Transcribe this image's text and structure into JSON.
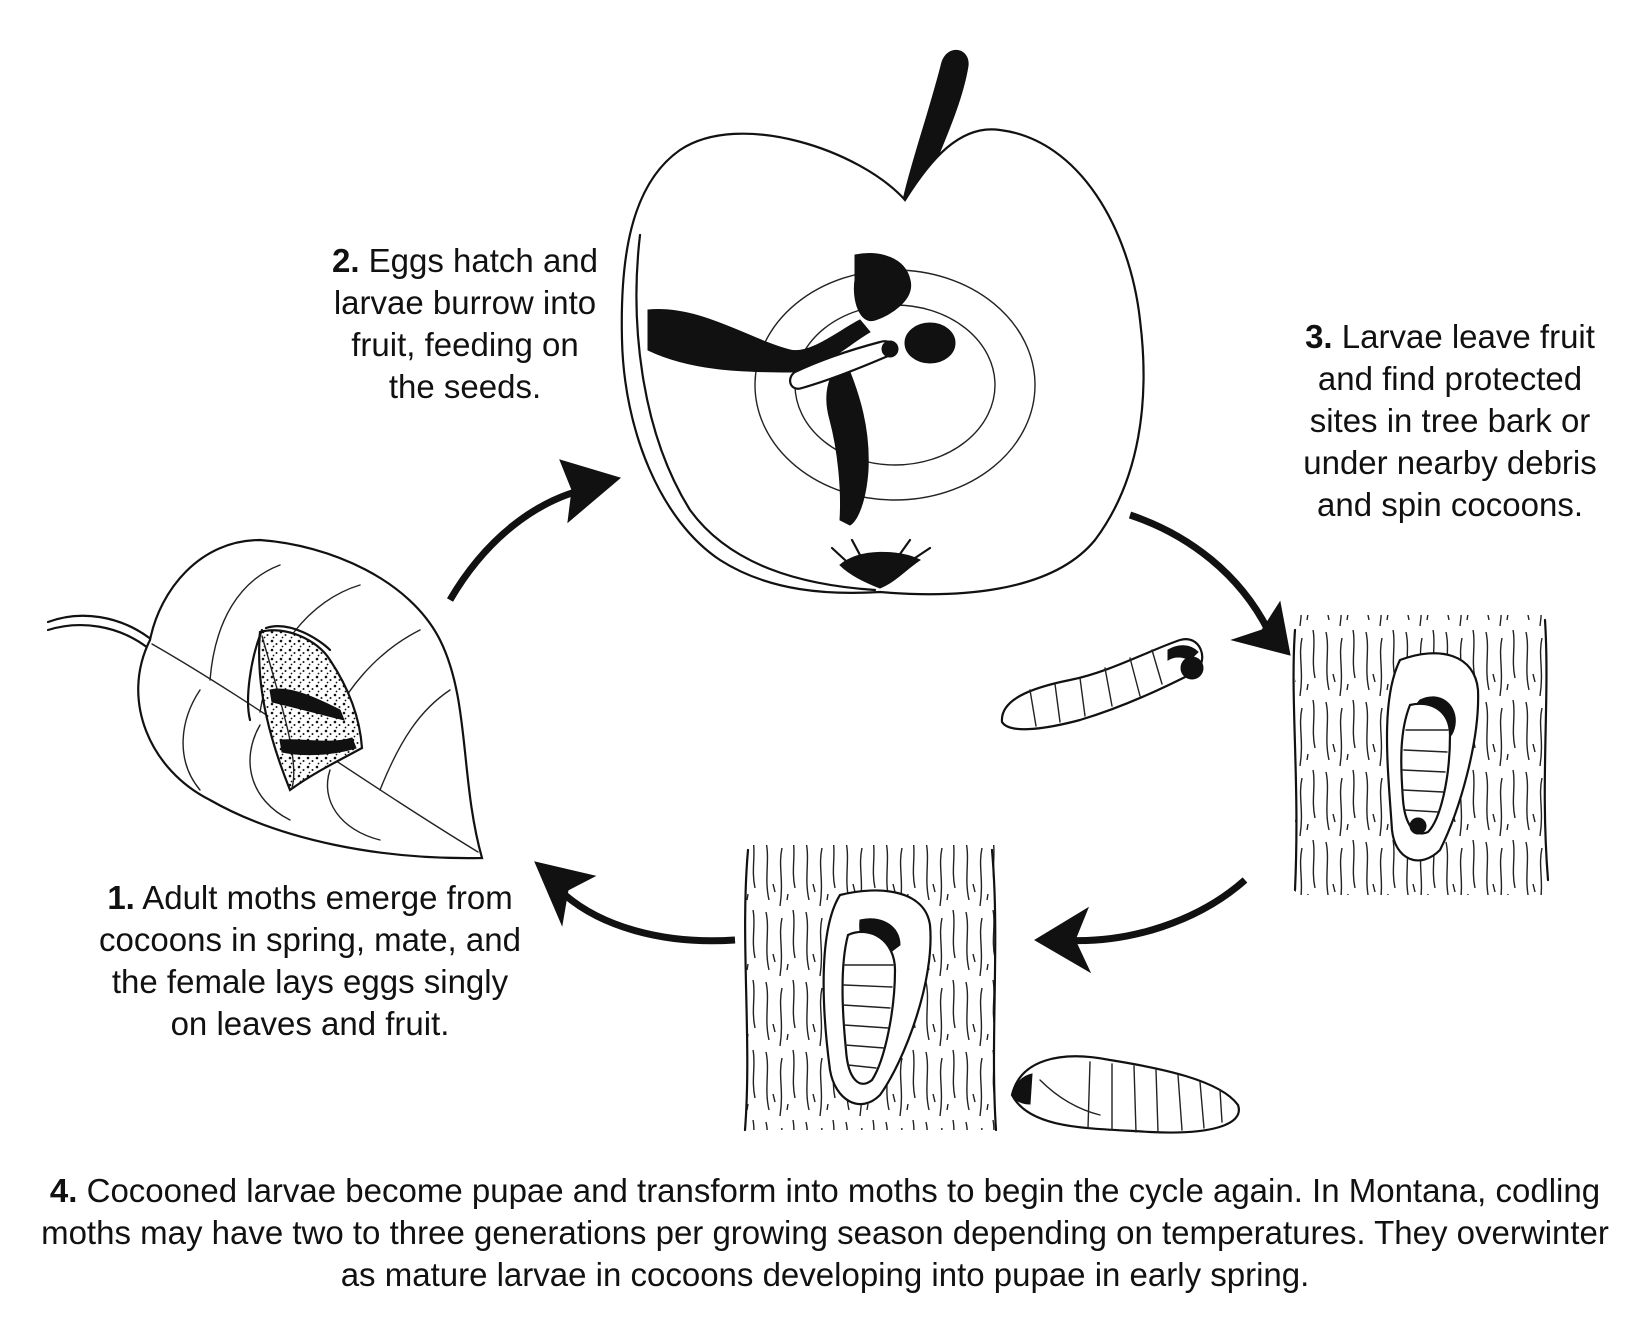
{
  "colors": {
    "ink": "#111111",
    "background": "#ffffff"
  },
  "stages": [
    {
      "number": "1.",
      "text": "Adult moths emerge from cocoons in spring, mate, and the female lays eggs singly on leaves and fruit.",
      "icon": "moth-on-leaf-icon"
    },
    {
      "number": "2.",
      "text": "Eggs hatch and larvae burrow into fruit, feeding on the seeds.",
      "icon": "apple-cross-section-icon"
    },
    {
      "number": "3.",
      "text": "Larvae leave fruit and find protected sites in tree bark or under nearby debris and spin cocoons.",
      "icon": "larva-cocoon-in-bark-icon"
    },
    {
      "number": "4.",
      "text": "Cocooned larvae become pupae and transform into moths to begin the cycle again. In Montana, codling moths may have two to three generations per growing season depending on temperatures. They overwinter as mature larvae in cocoons developing into pupae in early spring.",
      "icon": "pupa-in-bark-icon"
    }
  ]
}
